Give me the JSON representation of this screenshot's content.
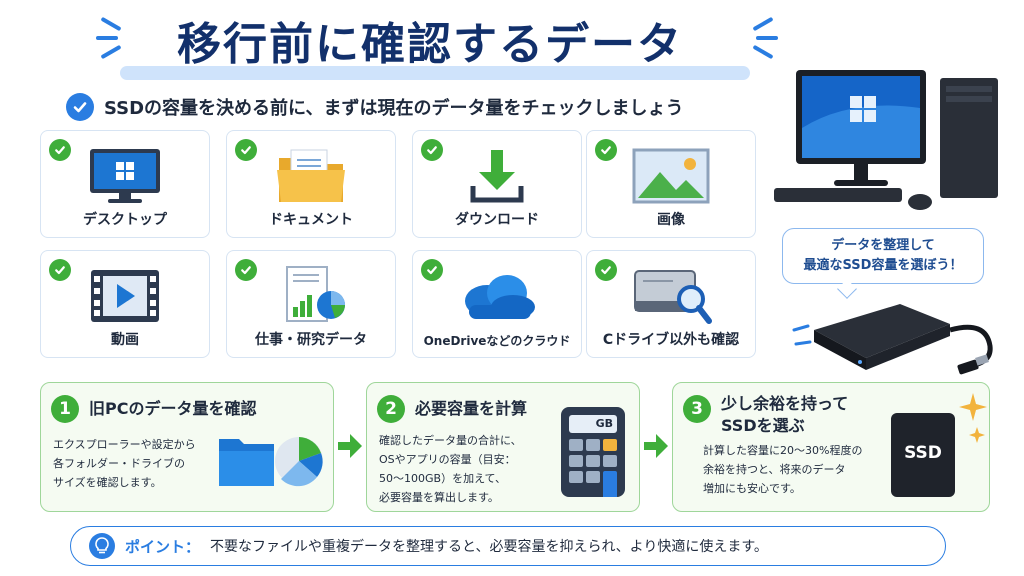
{
  "title": "移行前に確認するデータ",
  "subtitle": "SSDの容量を決める前に、まずは現在のデータ量をチェックしましょう",
  "cards": [
    {
      "label": "デスクトップ",
      "icon": "desktop-icon"
    },
    {
      "label": "ドキュメント",
      "icon": "folder-documents-icon"
    },
    {
      "label": "ダウンロード",
      "icon": "download-icon"
    },
    {
      "label": "画像",
      "icon": "image-icon"
    },
    {
      "label": "動画",
      "icon": "video-icon"
    },
    {
      "label": "仕事・研究データ",
      "icon": "report-chart-icon"
    },
    {
      "label": "OneDriveなどのクラウド",
      "icon": "cloud-icon"
    },
    {
      "label": "Cドライブ以外も確認",
      "icon": "drive-search-icon"
    }
  ],
  "bubble": {
    "line1": "データを整理して",
    "line2": "最適なSSD容量を選ぼう！"
  },
  "steps": [
    {
      "num": "1",
      "title": "旧PCのデータ量を確認",
      "body": [
        "エクスプローラーや設定から",
        "各フォルダー・ドライブの",
        "サイズを確認します。"
      ]
    },
    {
      "num": "2",
      "title": "必要容量を計算",
      "body": [
        "確認したデータ量の合計に、",
        "OSやアプリの容量（目安：",
        "50〜100GB）を加えて、",
        "必要容量を算出します。"
      ],
      "calc_display": "GB"
    },
    {
      "num": "3",
      "title_line1": "少し余裕を持って",
      "title_line2": "SSDを選ぶ",
      "body": [
        "計算した容量に20〜30%程度の",
        "余裕を持つと、将来のデータ",
        "増加にも安心です。"
      ],
      "ssd_label": "SSD"
    }
  ],
  "point": {
    "label": "ポイント：",
    "text": "不要なファイルや重複データを整理すると、必要容量を抑えられ、より快適に使えます。"
  },
  "colors": {
    "accent_blue": "#2a7de1",
    "title_navy": "#12306b",
    "check_green": "#3fae3a"
  }
}
